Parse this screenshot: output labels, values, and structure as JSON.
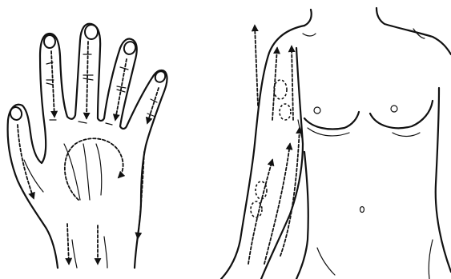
{
  "figure": {
    "panels": [
      {
        "id": "hand",
        "icon": "hand-illustration",
        "stroke_directions": [
          "down-fingers",
          "circular-palm",
          "down-wrist"
        ]
      },
      {
        "id": "torso-arm",
        "icon": "torso-arm-illustration",
        "stroke_directions": [
          "up-forearm",
          "up-upper-arm",
          "circular-elbow",
          "circular-upper-arm"
        ]
      }
    ],
    "colors": {
      "ink": "#111111",
      "background": "#ffffff"
    }
  }
}
